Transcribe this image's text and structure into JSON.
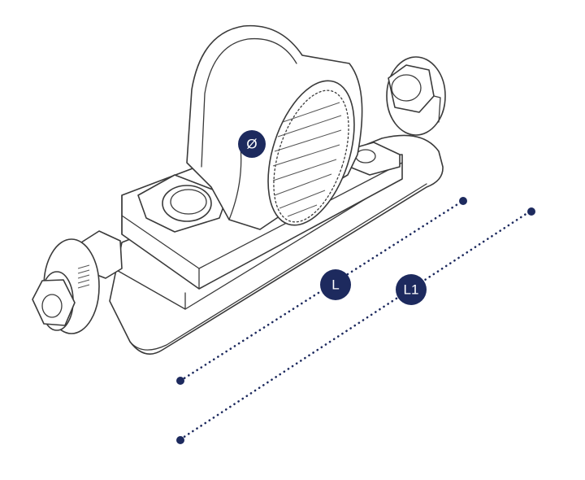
{
  "diagram": {
    "accent_color": "#1d2a5e",
    "callouts": {
      "diameter": {
        "label": "Ø"
      },
      "length": {
        "label": "L"
      },
      "length_total": {
        "label": "L1"
      }
    }
  }
}
